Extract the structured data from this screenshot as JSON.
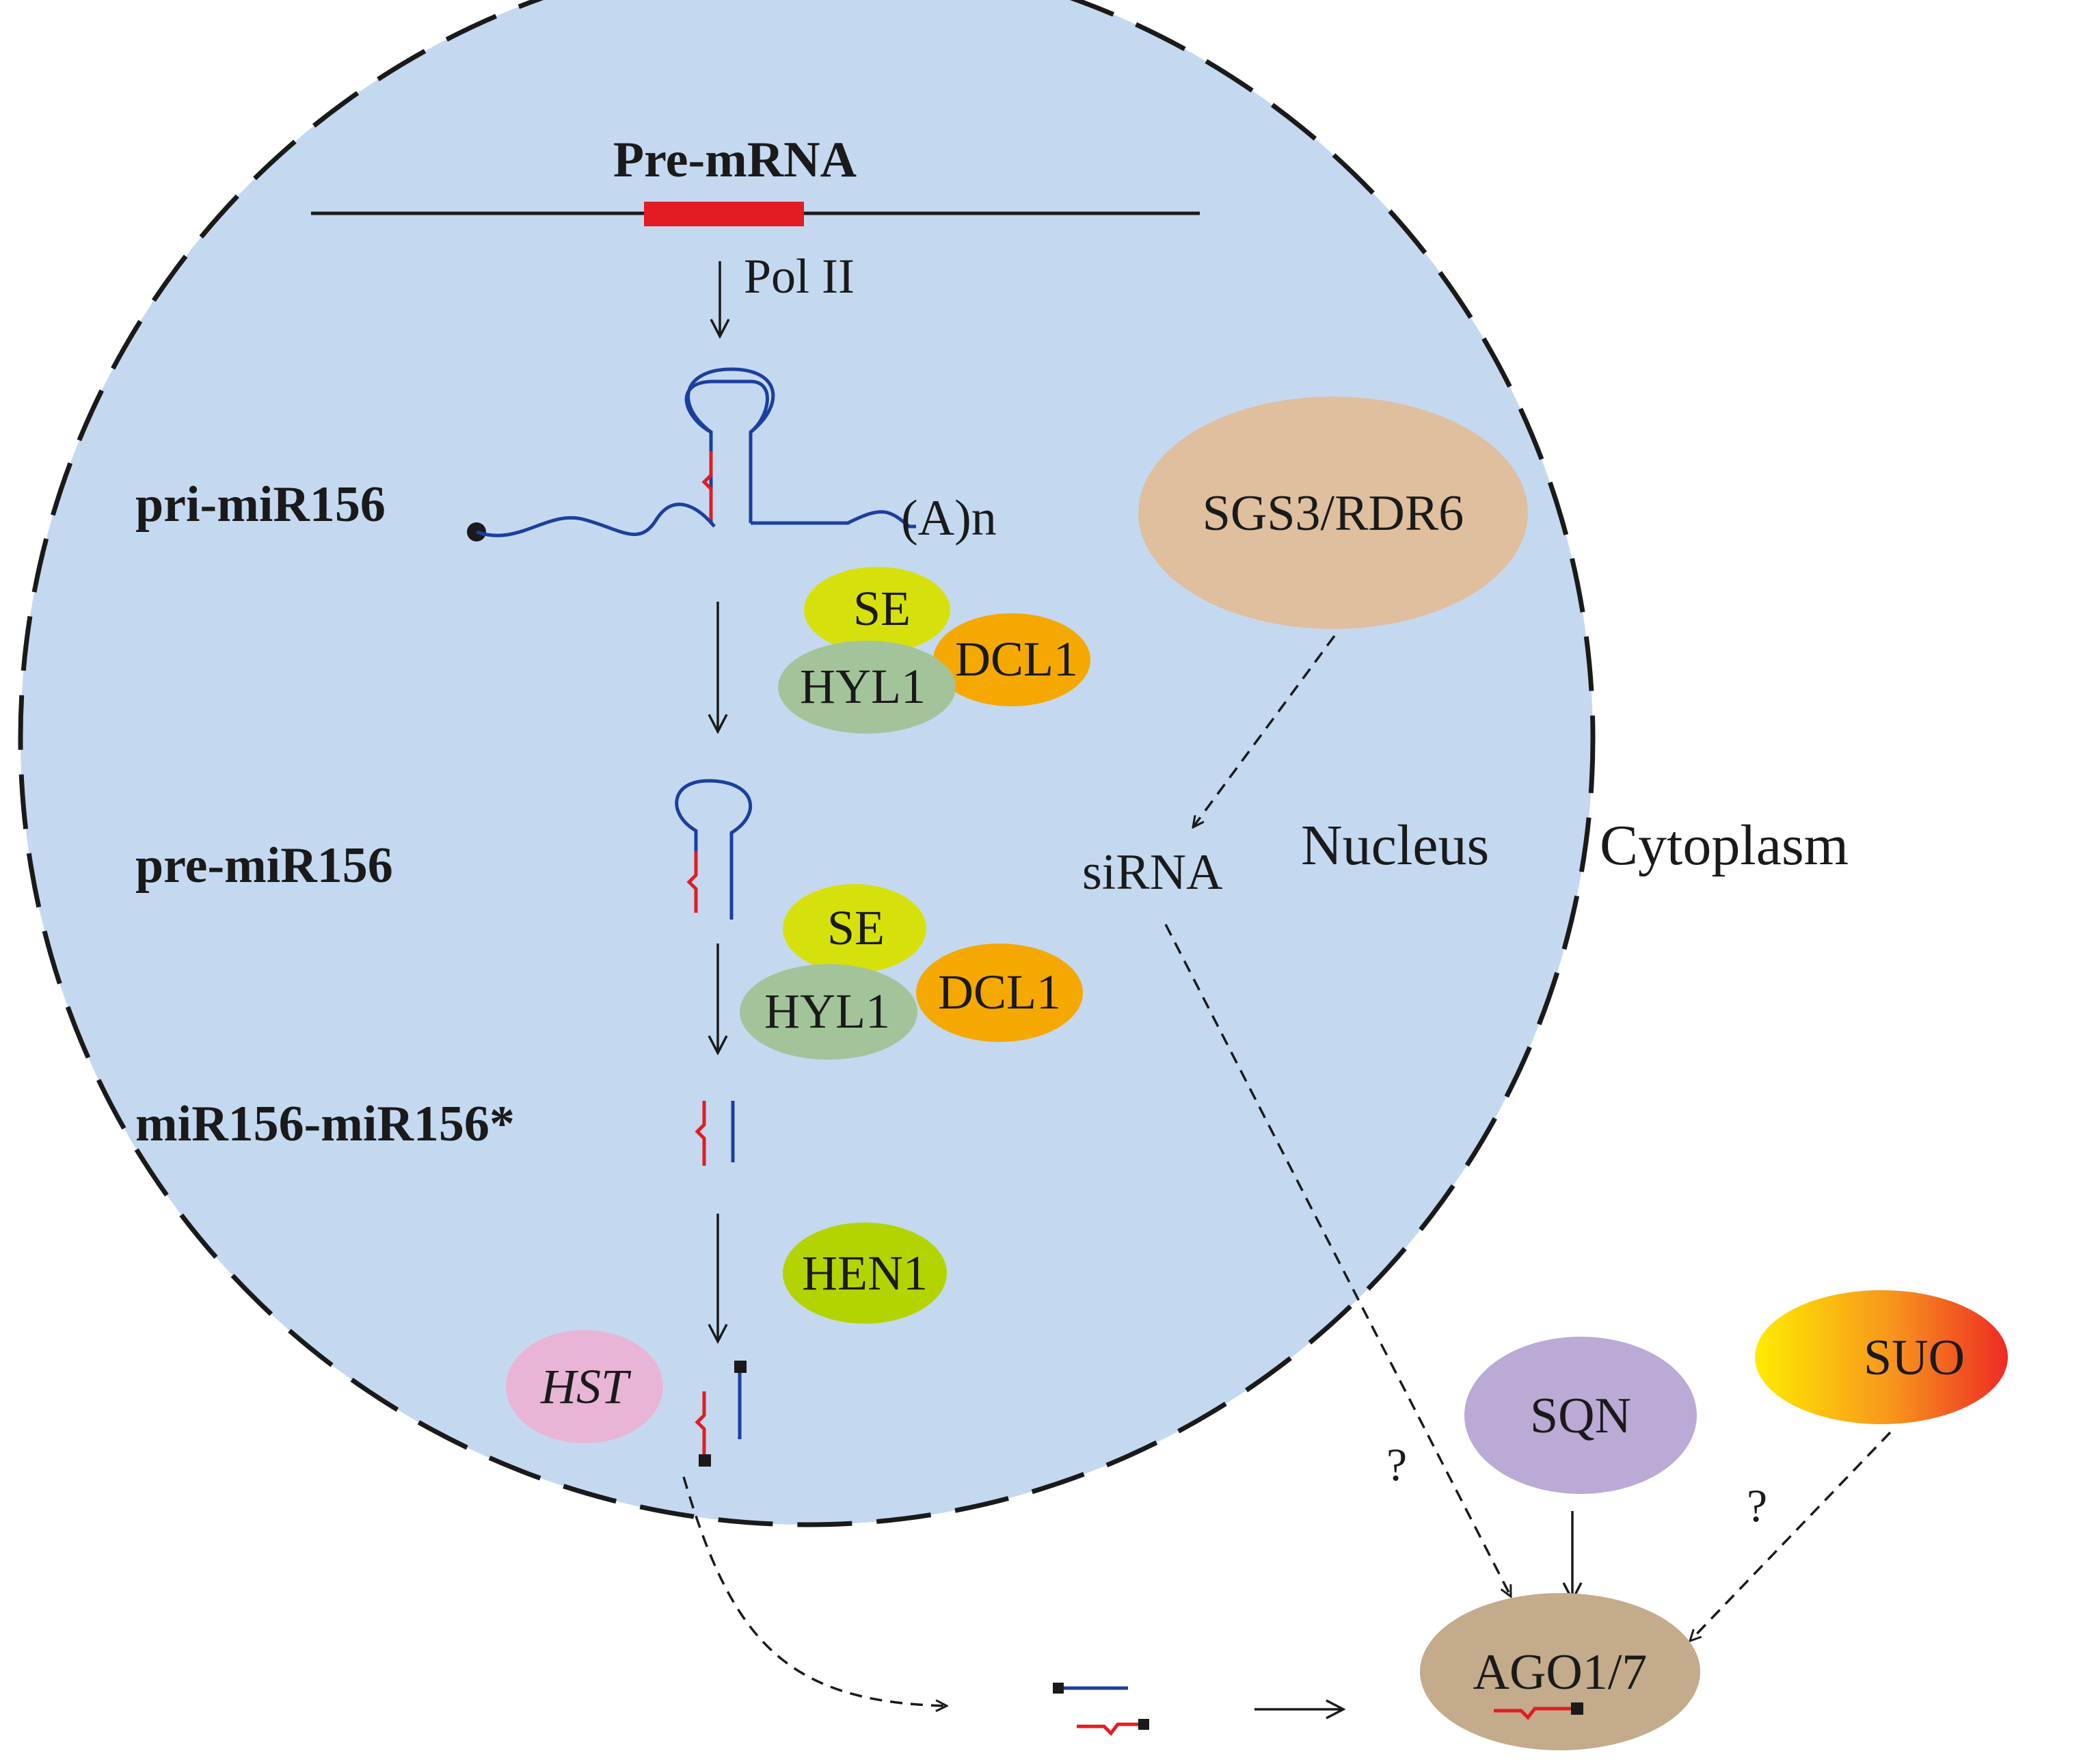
{
  "gene": {
    "label": "Pre-mRNA"
  },
  "steps": {
    "pol2": "Pol II",
    "pri": "pri-miR156",
    "polya": "(A)n",
    "pre": "pre-miR156",
    "duplex": "miR156-miR156*"
  },
  "proteins": {
    "se1": "SE",
    "hyl1_1": "HYL1",
    "dcl1_1": "DCL1",
    "se2": "SE",
    "hyl1_2": "HYL1",
    "dcl1_2": "DCL1",
    "hen1": "HEN1",
    "hst": "HST",
    "sgs3": "SGS3/RDR6",
    "sqn": "SQN",
    "suo": "SUO",
    "ago": "AGO1/7"
  },
  "labels": {
    "sirna": "siRNA",
    "nucleus": "Nucleus",
    "cytoplasm": "Cytoplasm",
    "q1": "?",
    "q2": "?"
  },
  "colors": {
    "nucleus_fill": "#c4d9f0",
    "mirna_red": "#e31b23",
    "rna_blue": "#1c3f9e",
    "se": "#d6e10c",
    "hyl1": "#a3c49a",
    "dcl1": "#f5a800",
    "hen1": "#b3d400",
    "hst": "#e9b5d7",
    "sgs3": "#dfbf9e",
    "sqn": "#bba9d6",
    "ago": "#c3ab8b"
  }
}
